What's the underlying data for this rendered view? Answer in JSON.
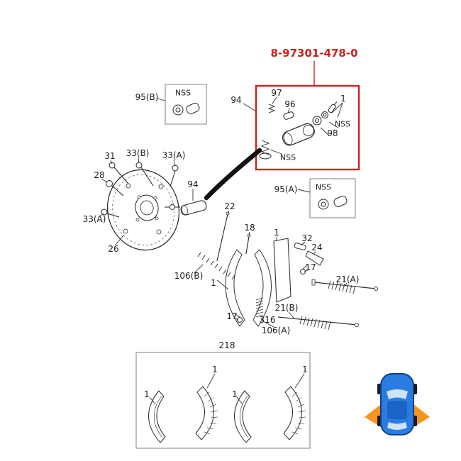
{
  "callout": {
    "part_number": "8-97301-478-0",
    "accent_color": "#cc2020"
  },
  "insets": {
    "top_left": {
      "ref": "95(B)",
      "tag": "NSS"
    },
    "right": {
      "ref": "95(A)",
      "tag": "NSS"
    }
  },
  "cylinder_detail": {
    "ref": "94",
    "spring": "97",
    "piston": "96",
    "one": "1",
    "tag_right": "NSS",
    "cup": "98",
    "tag_boot": "NSS"
  },
  "main": {
    "bolt_31": "31",
    "bolt_33b": "33(B)",
    "bolt_33a_top": "33(A)",
    "bolt_28": "28",
    "bolt_33a_left": "33(A)",
    "plate_26": "26",
    "cylinder_94": "94",
    "pin_22": "22",
    "pin_18": "18",
    "one_upper": "1",
    "adjuster_32": "32",
    "lever_24": "24",
    "clip_17_upper": "17",
    "rod_21a": "21(A)",
    "spring_106b": "106(B)",
    "one_shoe": "1",
    "clip_17_lower": "17",
    "rod_21b": "21(B)",
    "spring_316": "316",
    "spring_106a": "106(A)"
  },
  "shoe_kit": {
    "ref": "218",
    "one_a": "1",
    "one_b": "1",
    "one_c": "1",
    "one_d": "1"
  },
  "locator": {
    "body_color": "#2b7ce0",
    "outline_color": "#0d3f8e",
    "highlight_color": "#f6941e"
  }
}
